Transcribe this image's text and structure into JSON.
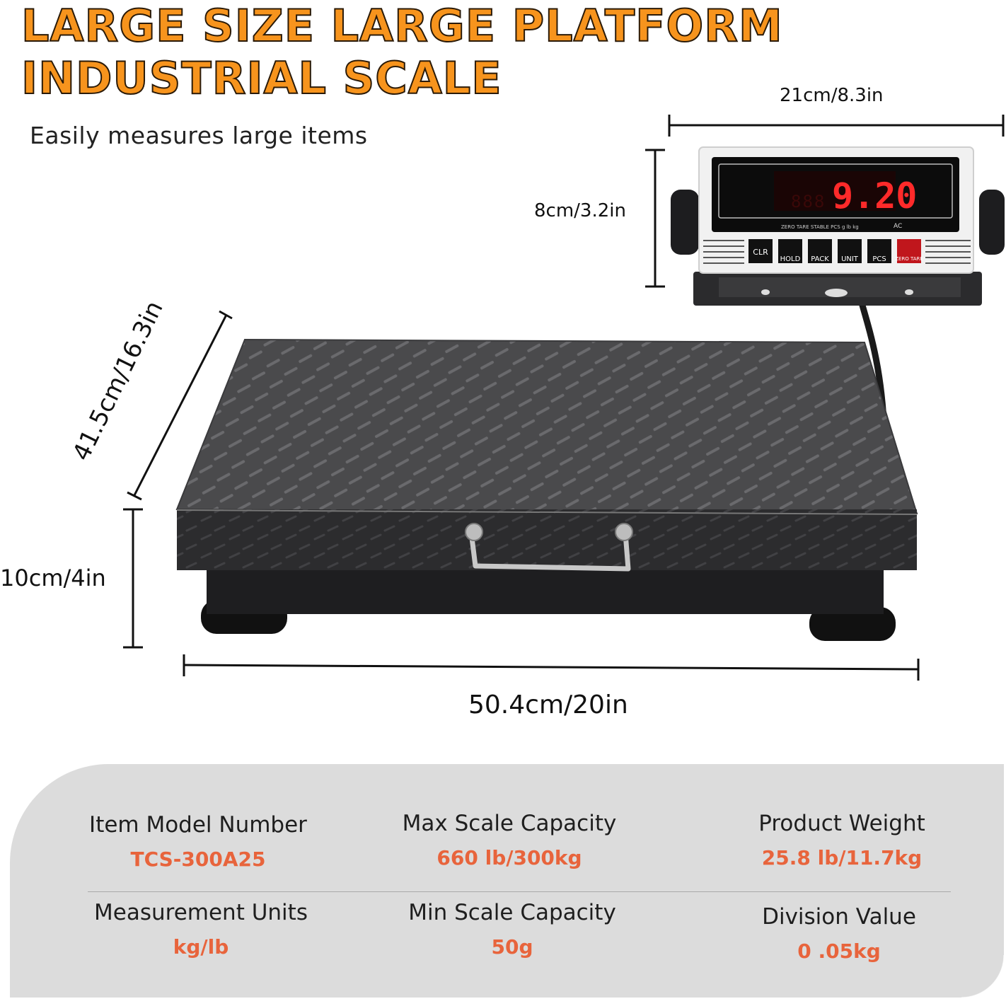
{
  "headline": {
    "line1": "LARGE SIZE LARGE PLATFORM",
    "line2": "INDUSTRIAL SCALE"
  },
  "subtitle": "Easily measures large items",
  "dimensions": {
    "display_width": "21cm/8.3in",
    "display_height": "8cm/3.2in",
    "platform_depth": "41.5cm/16.3in",
    "platform_height": "10cm/4in",
    "platform_width": "50.4cm/20in"
  },
  "display": {
    "reading": "9.20",
    "indicator_labels": "ZERO TARE STABLE PCS g lb kg",
    "ac_label": "AC",
    "keys": [
      "CLR",
      "HOLD",
      "PACK",
      "UNIT",
      "PCS",
      "ZERO TARE"
    ]
  },
  "colors": {
    "headline": "#f7941d",
    "spec_value": "#e8643c",
    "panel": "#dcdcdc",
    "led": "#ff2a2a"
  },
  "specs": [
    {
      "label": "Item Model Number",
      "value": "TCS-300A25"
    },
    {
      "label": "Max Scale Capacity",
      "value": "660 lb/300kg"
    },
    {
      "label": "Product Weight",
      "value": "25.8 lb/11.7kg"
    },
    {
      "label": "Measurement Units",
      "value": "kg/lb"
    },
    {
      "label": "Min Scale Capacity",
      "value": "50g"
    },
    {
      "label": "Division Value",
      "value": "0 .05kg"
    }
  ]
}
